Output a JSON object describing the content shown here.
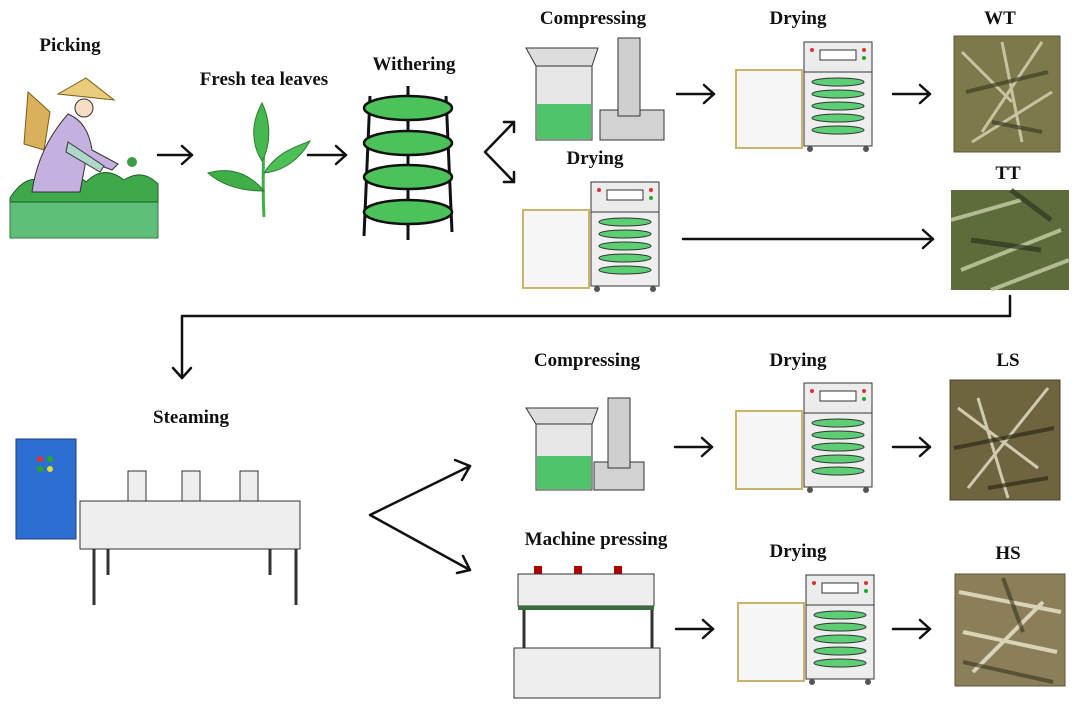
{
  "title": "White tea processing flow",
  "colors": {
    "stroke": "#111111",
    "leaf_green": "#3fae49",
    "bush_green": "#4caf5c",
    "tea_green_light": "#6fd37a",
    "cabinet_blue": "#2c6fd1",
    "machine_grey": "#e9e9e9",
    "tea_brown": "#8a7a4a",
    "tea_olive": "#5e6b3a",
    "led_red": "#d33",
    "led_green": "#2a2"
  },
  "steps": {
    "picking": "Picking",
    "fresh_leaves": "Fresh tea leaves",
    "withering": "Withering",
    "compressing_top": "Compressing",
    "drying_top_a": "Drying",
    "drying_top_b": "Drying",
    "steaming": "Steaming",
    "compressing_bottom": "Compressing",
    "drying_bottom_a": "Drying",
    "machine_pressing": "Machine pressing",
    "drying_bottom_b": "Drying"
  },
  "products": {
    "wt": "WT",
    "tt": "TT",
    "ls": "LS",
    "hs": "HS"
  },
  "flows": [
    {
      "from": "picking",
      "to": "fresh_leaves"
    },
    {
      "from": "fresh_leaves",
      "to": "withering"
    },
    {
      "from": "withering",
      "to": "compressing_top"
    },
    {
      "from": "withering",
      "to": "drying_top_b"
    },
    {
      "from": "compressing_top",
      "to": "drying_top_a"
    },
    {
      "from": "drying_top_a",
      "to": "wt"
    },
    {
      "from": "drying_top_b",
      "to": "tt"
    },
    {
      "from": "tt",
      "to": "steaming"
    },
    {
      "from": "steaming",
      "to": "compressing_bottom"
    },
    {
      "from": "steaming",
      "to": "machine_pressing"
    },
    {
      "from": "compressing_bottom",
      "to": "drying_bottom_a"
    },
    {
      "from": "drying_bottom_a",
      "to": "ls"
    },
    {
      "from": "machine_pressing",
      "to": "drying_bottom_b"
    },
    {
      "from": "drying_bottom_b",
      "to": "hs"
    }
  ]
}
